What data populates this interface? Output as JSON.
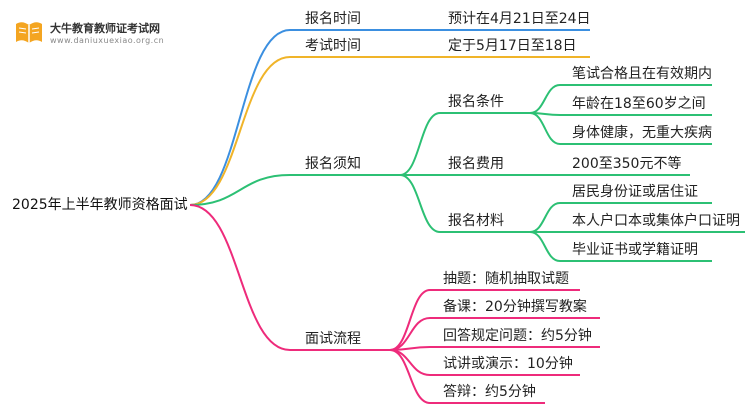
{
  "logo": {
    "title": "大牛教育教师证考试网",
    "subtitle": "www.daniuxuexiao.org.cn"
  },
  "root": "2025年上半年教师资格面试",
  "branches": {
    "signup_time": {
      "label": "报名时间",
      "value": "预计在4月21日至24日"
    },
    "exam_time": {
      "label": "考试时间",
      "value": "定于5月17日至18日"
    },
    "notice": {
      "label": "报名须知",
      "conditions": {
        "label": "报名条件",
        "items": [
          "笔试合格且在有效期内",
          "年龄在18至60岁之间",
          "身体健康，无重大疾病"
        ]
      },
      "fee": {
        "label": "报名费用",
        "value": "200至350元不等"
      },
      "materials": {
        "label": "报名材料",
        "items": [
          "居民身份证或居住证",
          "本人户口本或集体户口证明",
          "毕业证书或学籍证明"
        ]
      }
    },
    "process": {
      "label": "面试流程",
      "items": [
        "抽题：随机抽取试题",
        "备课：20分钟撰写教案",
        "回答规定问题：约5分钟",
        "试讲或演示：10分钟",
        "答辩：约5分钟"
      ]
    }
  },
  "colors": {
    "blue": "#3b8fe0",
    "orange": "#f0b429",
    "green": "#2cc074",
    "pink": "#ee2b7b"
  }
}
